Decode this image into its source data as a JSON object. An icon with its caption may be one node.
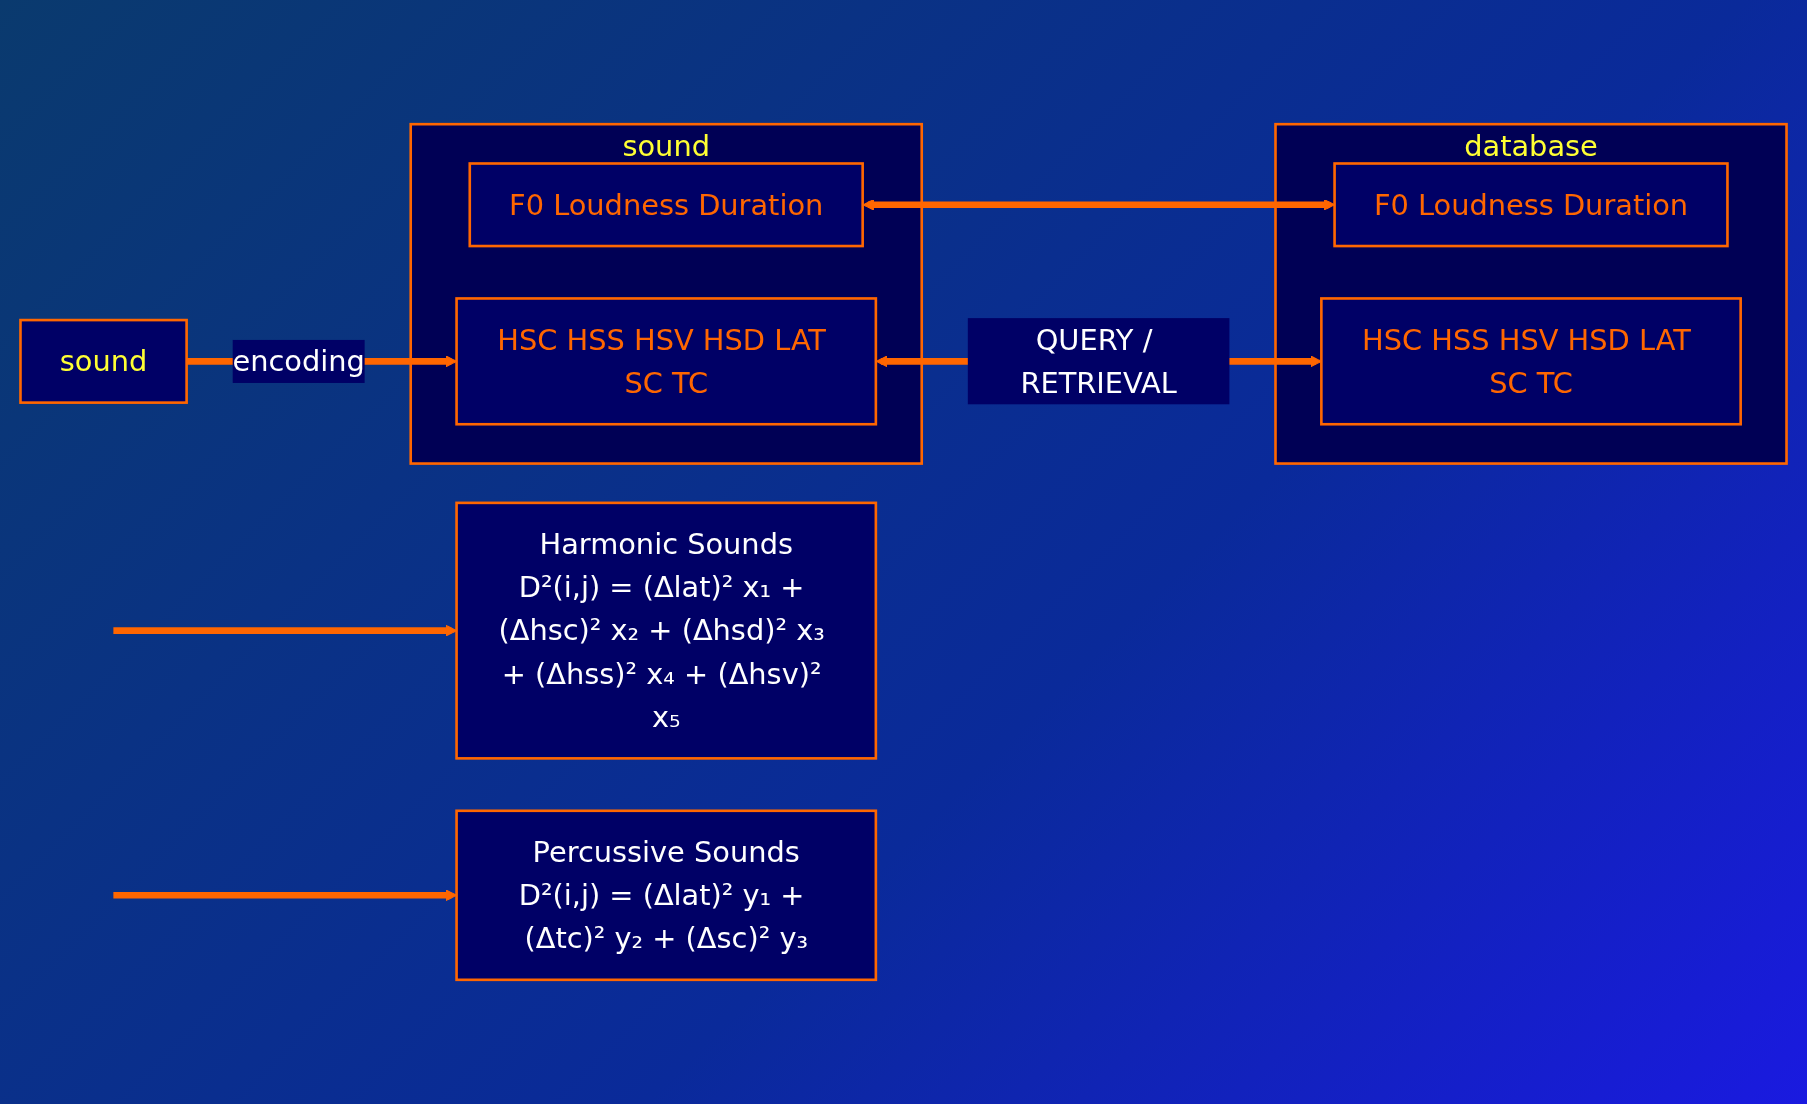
{
  "diagram": {
    "nodes": [
      {
        "text": [
          "sound"
        ]
      },
      {
        "text": [
          "sound"
        ]
      },
      {
        "text": [
          "HSC HSS HSV HSD LAT SC TC"
        ],
        "in": 1
      },
      {
        "text": [
          "F0 Loudness Duration"
        ],
        "in": 1
      },
      {
        "text": [
          "database"
        ]
      },
      {
        "text": [
          "F0 Loudness Duration"
        ],
        "in": 4
      },
      {
        "text": [
          "HSC HSS HSV HSD LAT SC TC"
        ],
        "in": 4
      },
      {
        "text": [
          "Harmonic Sounds",
          "D²(i,j) = (Δlat)² x₁ + (Δhsc)² x₂ + (Δhsd)² x₃ + (Δhss)² x₄ + (Δhsv)² x₅"
        ]
      },
      {
        "text": [
          "Percussive Sounds",
          "D²(i,j) = (Δlat)² y₁ + (Δtc)² y₂ + (Δsc)² y₃"
        ]
      }
    ],
    "edges": [
      {
        "from": 0,
        "to": 2,
        "arrow": "to",
        "label": "encoding"
      },
      {
        "from": 3,
        "to": 5,
        "arrow": "both"
      },
      {
        "from": 2,
        "to": 6,
        "arrow": "both",
        "label": "QUERY / RETRIEVAL"
      },
      {
        "from": null,
        "to": 7,
        "arrow": "to"
      },
      {
        "from": null,
        "to": 8,
        "arrow": "to"
      }
    ]
  }
}
